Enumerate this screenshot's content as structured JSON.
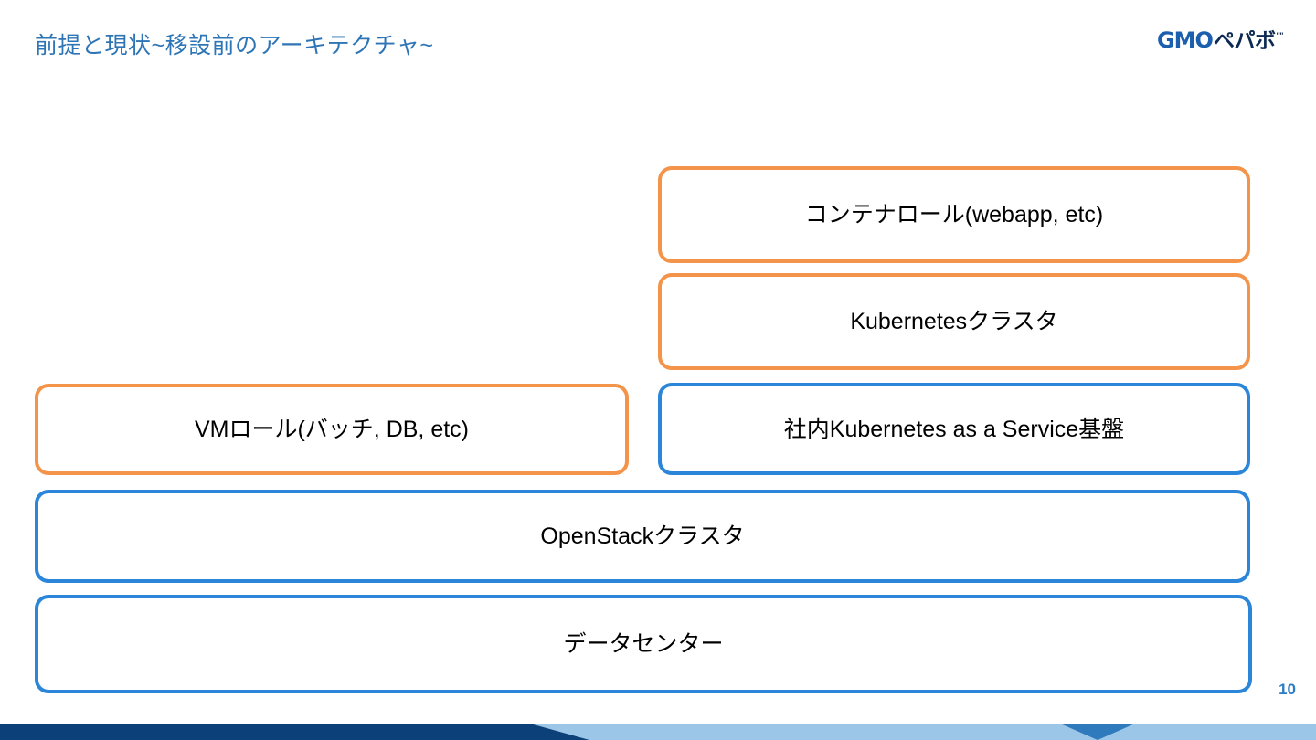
{
  "slide": {
    "title": "前提と現状~移設前のアーキテクチャ~",
    "page_number": "10",
    "accent_blue": "#2b86d9",
    "accent_orange": "#f4944a",
    "title_color": "#2e75b6"
  },
  "logo": {
    "gmo": "GMO",
    "pepabo": "ペパボ",
    "trademark": "\"\""
  },
  "diagram": {
    "boxes": [
      {
        "id": "container-role",
        "label": "コンテナロール(webapp, etc)",
        "color": "orange"
      },
      {
        "id": "k8s-cluster",
        "label": "Kubernetesクラスタ",
        "color": "orange"
      },
      {
        "id": "vm-role",
        "label": "VMロール(バッチ, DB, etc)",
        "color": "orange"
      },
      {
        "id": "kaas",
        "label": "社内Kubernetes as a Service基盤",
        "color": "blue"
      },
      {
        "id": "openstack",
        "label": "OpenStackクラスタ",
        "color": "blue"
      },
      {
        "id": "datacenter",
        "label": "データセンター",
        "color": "blue"
      }
    ]
  }
}
